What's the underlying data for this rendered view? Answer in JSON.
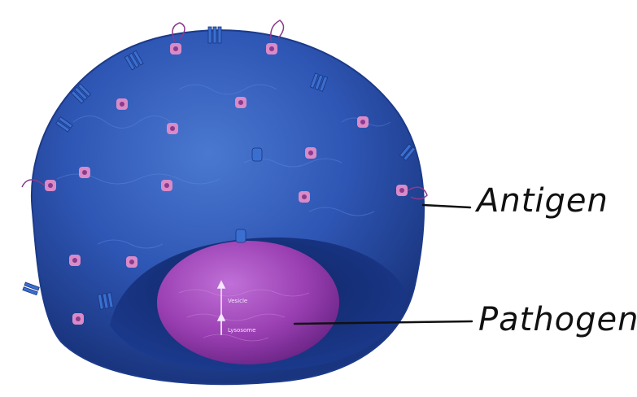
{
  "labels": {
    "antigen": "Antigen",
    "pathogen": "Pathogen"
  },
  "tiny_text": {
    "upper": "Vesicle",
    "lower": "Lysosome"
  },
  "colors": {
    "cell": "#2e56b4",
    "cell_shadow": "#1c3a8a",
    "pathogen": "#a045b8",
    "antigen": "#d98bc8",
    "ink": "#111111"
  },
  "icons": [
    "cell-illustration",
    "antigen-molecule",
    "receptor-cluster",
    "pathogen-sphere",
    "leader-line"
  ]
}
